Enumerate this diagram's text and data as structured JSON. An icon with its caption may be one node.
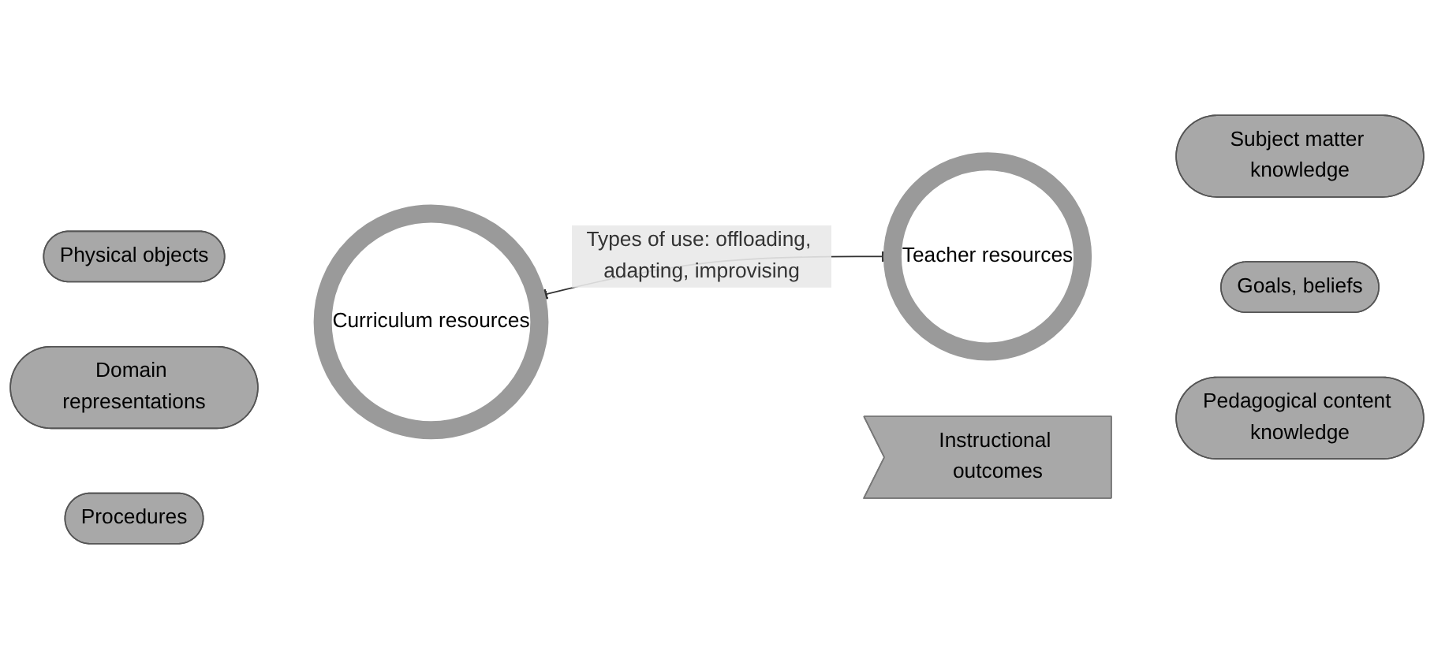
{
  "diagram": {
    "nodes": [
      {
        "text": [
          "Curriculum resources"
        ]
      },
      {
        "text": [
          "Physical objects"
        ]
      },
      {
        "text": [
          "Domain representations"
        ]
      },
      {
        "text": [
          "Procedures"
        ]
      },
      {
        "text": [
          "Teacher resources"
        ]
      },
      {
        "text": [
          "Subject matter knowledge"
        ]
      },
      {
        "text": [
          "Goals, beliefs"
        ]
      },
      {
        "text": [
          "Pedagogical content knowledge"
        ]
      },
      {
        "text": [
          "Instructional outcomes"
        ]
      }
    ],
    "edges": [
      {
        "from": 0,
        "to": 4,
        "arrow": "both",
        "label": "Types of use: offloading, adapting, improvising"
      }
    ]
  }
}
